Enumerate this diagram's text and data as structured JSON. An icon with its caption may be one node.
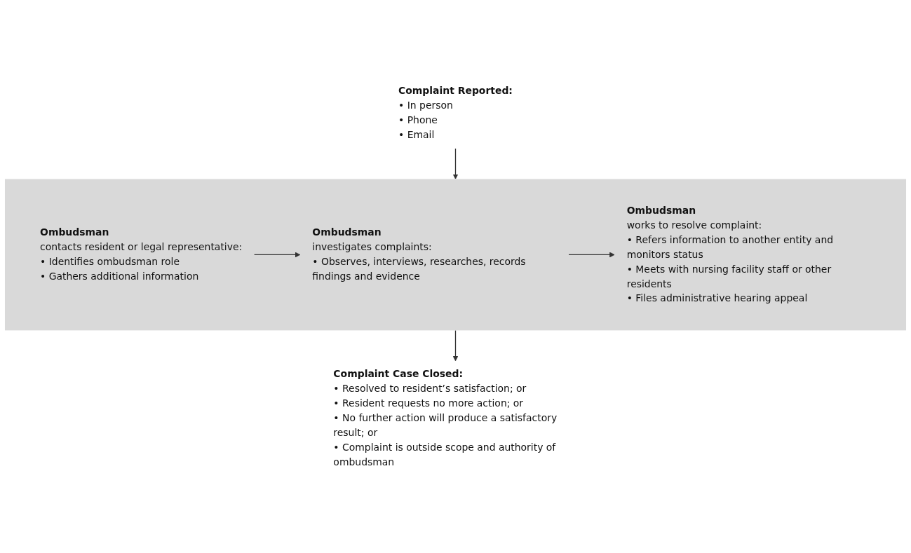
{
  "diagram": {
    "nodes": [
      {
        "text": [
          "Complaint Reported:",
          "• In person",
          "• Phone",
          "• Email"
        ]
      },
      {
        "text": [],
        "shape": "bar"
      },
      {
        "text": [
          "Ombudsman",
          "contacts resident or legal representative:",
          "• Identifies ombudsman role",
          "• Gathers additional information"
        ],
        "in": 1
      },
      {
        "text": [
          "Ombudsman",
          "investigates complaints:",
          "• Observes, interviews, researches, records findings and evidence"
        ],
        "in": 1
      },
      {
        "text": [
          "Ombudsman",
          "works to resolve complaint:",
          "• Refers information to another entity and monitors status",
          "• Meets with nursing facility staff or other residents",
          "• Files administrative hearing appeal"
        ],
        "in": 1
      },
      {
        "text": [
          "Complaint Case Closed:",
          "• Resolved to resident’s satisfaction; or",
          "• Resident requests no more action; or",
          "• No further action will produce a satisfactory result; or",
          "• Complaint is outside scope and authority of ombudsman"
        ]
      }
    ],
    "edges": [
      {
        "from": 0,
        "to": 1,
        "arrow": "to"
      },
      {
        "from": 2,
        "to": 3,
        "arrow": "to"
      },
      {
        "from": 3,
        "to": 4,
        "arrow": "to"
      },
      {
        "from": 1,
        "to": 5,
        "arrow": "to"
      }
    ]
  }
}
